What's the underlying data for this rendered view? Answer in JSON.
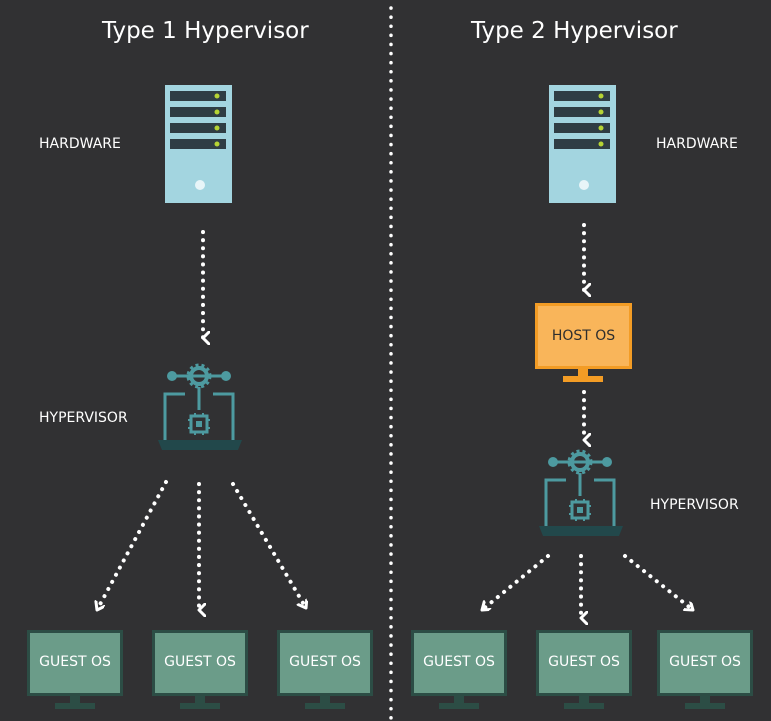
{
  "type1": {
    "title": "Type 1 Hypervisor",
    "hardware_label": "HARDWARE",
    "hypervisor_label": "HYPERVISOR",
    "guests": [
      "GUEST OS",
      "GUEST OS",
      "GUEST OS"
    ]
  },
  "type2": {
    "title": "Type 2 Hypervisor",
    "hardware_label": "HARDWARE",
    "host_os_label": "HOST OS",
    "hypervisor_label": "HYPERVISOR",
    "guests": [
      "GUEST OS",
      "GUEST OS",
      "GUEST OS"
    ]
  },
  "colors": {
    "background": "#313133",
    "server": "#a3d5e0",
    "server_led": "#b5d334",
    "hypervisor_teal": "#4d9aa0",
    "hypervisor_base": "#22484b",
    "guest_fill": "#6b9c89",
    "guest_frame": "#2c4d45",
    "host_fill": "#f9b55a",
    "host_frame": "#f39c25"
  }
}
